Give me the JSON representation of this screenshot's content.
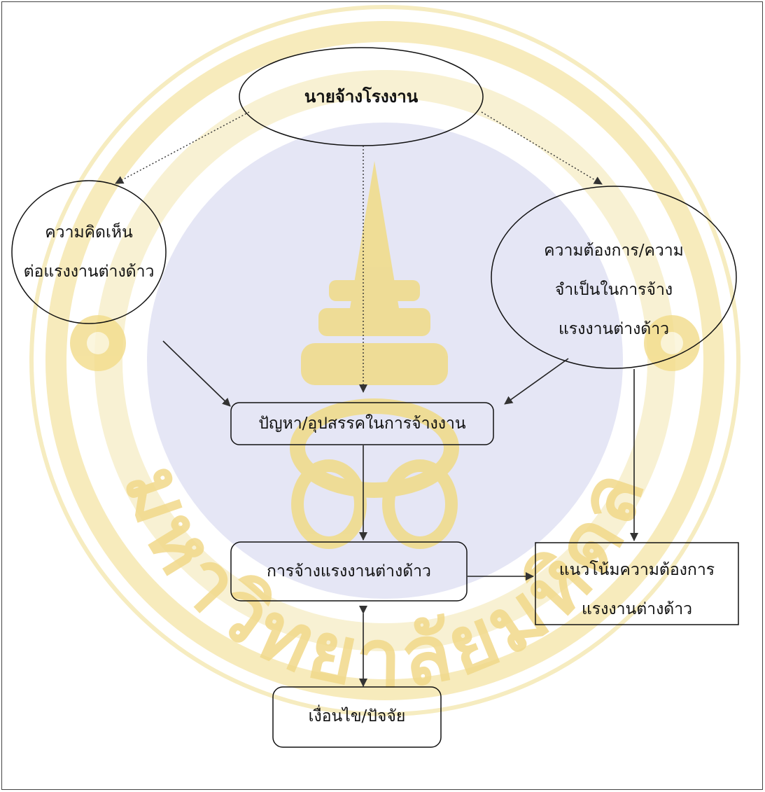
{
  "nodes": {
    "employer": "นายจ้างโรงงาน",
    "opinion": [
      "ความคิดเห็น",
      "ต่อแรงงานต่างด้าว"
    ],
    "need": [
      "ความต้องการ/ความ",
      "จำเป็นในการจ้าง",
      "แรงงานต่างด้าว"
    ],
    "problems": "ปัญหา/อุปสรรคในการจ้างงาน",
    "hiring": "การจ้างแรงงานต่างด้าว",
    "trend": [
      "แนวโน้มความต้องการ",
      "แรงงานต่างด้าว"
    ],
    "conditions": "เงื่อนไข/ปัจจัย"
  },
  "watermark": {
    "text": "มหาวิทยาลัยมหิดล",
    "colors": {
      "ring": "#f3e6a6",
      "text": "#f0d98a",
      "center": "#d9dbf0",
      "emblem": "#f2e3a4"
    }
  }
}
